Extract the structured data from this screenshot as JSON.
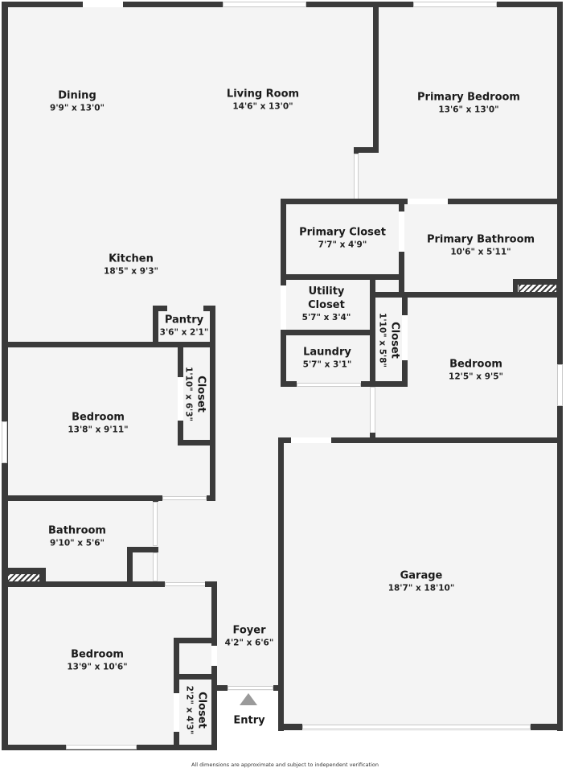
{
  "floorplan": {
    "rooms": [
      {
        "id": "dining",
        "name": "Dining",
        "dimensions": "9'9\" x 13'0\""
      },
      {
        "id": "living_room",
        "name": "Living Room",
        "dimensions": "14'6\" x 13'0\""
      },
      {
        "id": "primary_bedroom",
        "name": "Primary Bedroom",
        "dimensions": "13'6\" x 13'0\""
      },
      {
        "id": "kitchen",
        "name": "Kitchen",
        "dimensions": "18'5\" x 9'3\""
      },
      {
        "id": "primary_closet",
        "name": "Primary Closet",
        "dimensions": "7'7\" x 4'9\""
      },
      {
        "id": "primary_bathroom",
        "name": "Primary Bathroom",
        "dimensions": "10'6\" x 5'11\""
      },
      {
        "id": "utility_closet",
        "name": "Utility Closet",
        "name_line1": "Utility",
        "name_line2": "Closet",
        "dimensions": "5'7\" x 3'4\""
      },
      {
        "id": "pantry",
        "name": "Pantry",
        "dimensions": "3'6\" x 2'1\""
      },
      {
        "id": "laundry",
        "name": "Laundry",
        "dimensions": "5'7\" x 3'1\""
      },
      {
        "id": "closet_center",
        "name": "Closet",
        "dimensions": "1'10\" x 5'8\""
      },
      {
        "id": "bedroom_east",
        "name": "Bedroom",
        "dimensions": "12'5\" x 9'5\""
      },
      {
        "id": "closet_west",
        "name": "Closet",
        "dimensions": "1'10\" x 6'3\""
      },
      {
        "id": "bedroom_west",
        "name": "Bedroom",
        "dimensions": "13'8\" x 9'11\""
      },
      {
        "id": "bathroom",
        "name": "Bathroom",
        "dimensions": "9'10\" x 5'6\""
      },
      {
        "id": "garage",
        "name": "Garage",
        "dimensions": "18'7\" x 18'10\""
      },
      {
        "id": "foyer",
        "name": "Foyer",
        "dimensions": "4'2\" x 6'6\""
      },
      {
        "id": "bedroom_southwest",
        "name": "Bedroom",
        "dimensions": "13'9\" x 10'6\""
      },
      {
        "id": "closet_southwest",
        "name": "Closet",
        "dimensions": "2'2\" x 4'3\""
      }
    ],
    "entry": {
      "label": "Entry",
      "icon": "entry-arrow-icon"
    },
    "colors": {
      "wall": "#3a3a3a",
      "floor": "#f4f4f4",
      "entry_arrow": "#9a9a9a"
    }
  },
  "footer": {
    "disclaimer": "All dimensions are approximate and subject to independent verification"
  }
}
